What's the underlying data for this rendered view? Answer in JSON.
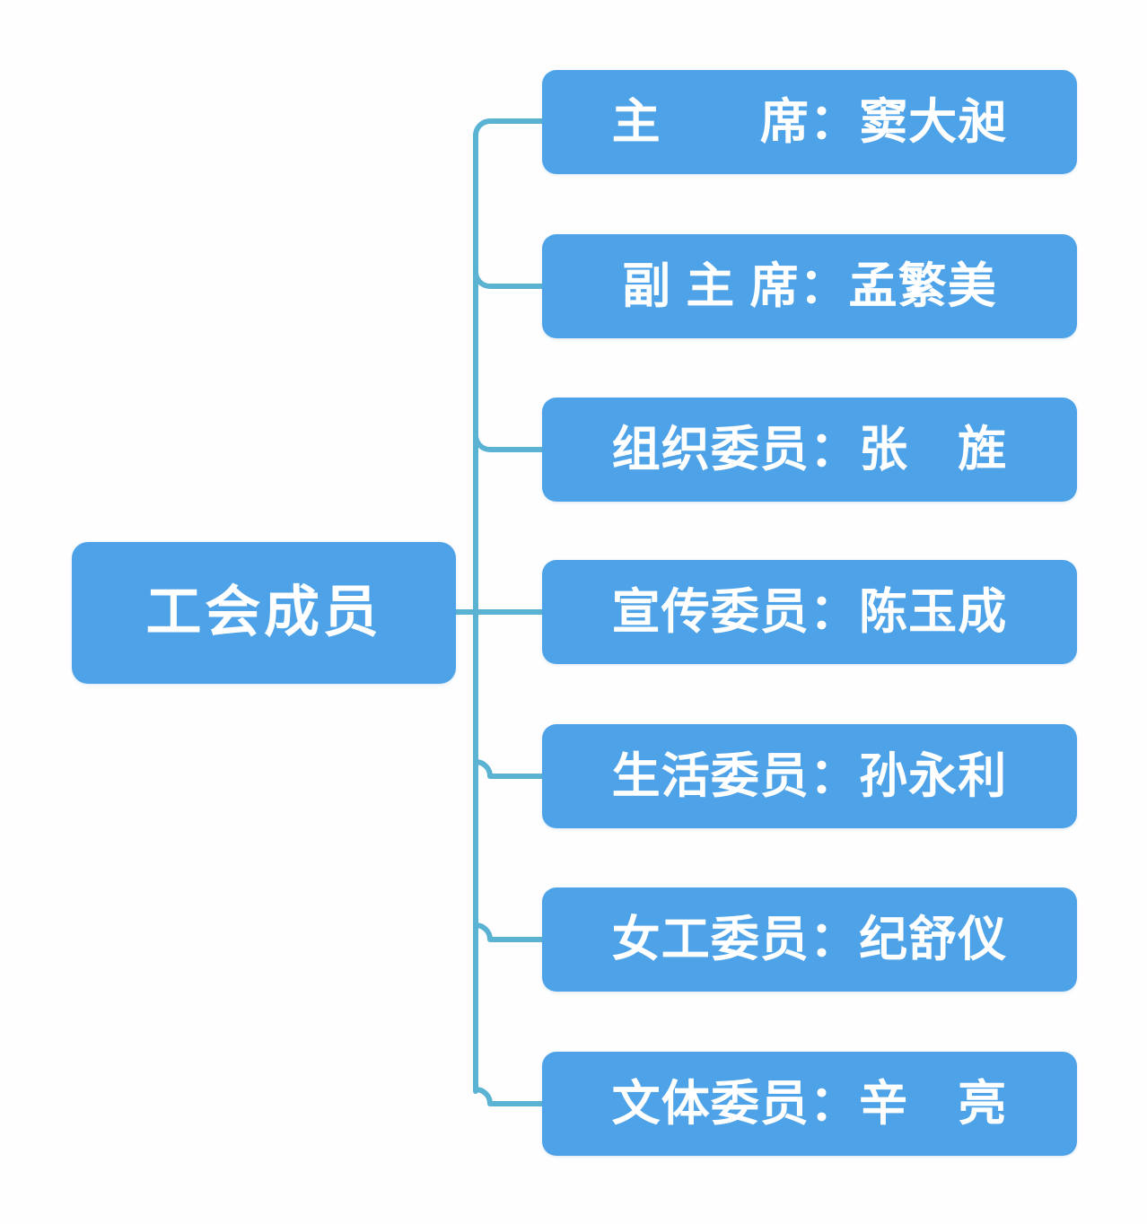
{
  "diagram": {
    "type": "org-chart-tree",
    "title": "工会成员",
    "background_color": "#fefefe",
    "node_color": "#4ea3e8",
    "node_text_color": "#ffffff",
    "connector_color": "#5bb3d4",
    "root": {
      "label": "工会成员"
    },
    "children": [
      {
        "role": "主席",
        "name": "窦大昶",
        "label": "主　　席：窦大昶"
      },
      {
        "role": "副主席",
        "name": "孟繁美",
        "label": "副 主 席：孟繁美"
      },
      {
        "role": "组织委员",
        "name": "张旌",
        "label": "组织委员：张　旌"
      },
      {
        "role": "宣传委员",
        "name": "陈玉成",
        "label": "宣传委员：陈玉成"
      },
      {
        "role": "生活委员",
        "name": "孙永利",
        "label": "生活委员：孙永利"
      },
      {
        "role": "女工委员",
        "name": "纪舒仪",
        "label": "女工委员：纪舒仪"
      },
      {
        "role": "文体委员",
        "name": "辛亮",
        "label": "文体委员：辛　亮"
      }
    ]
  }
}
